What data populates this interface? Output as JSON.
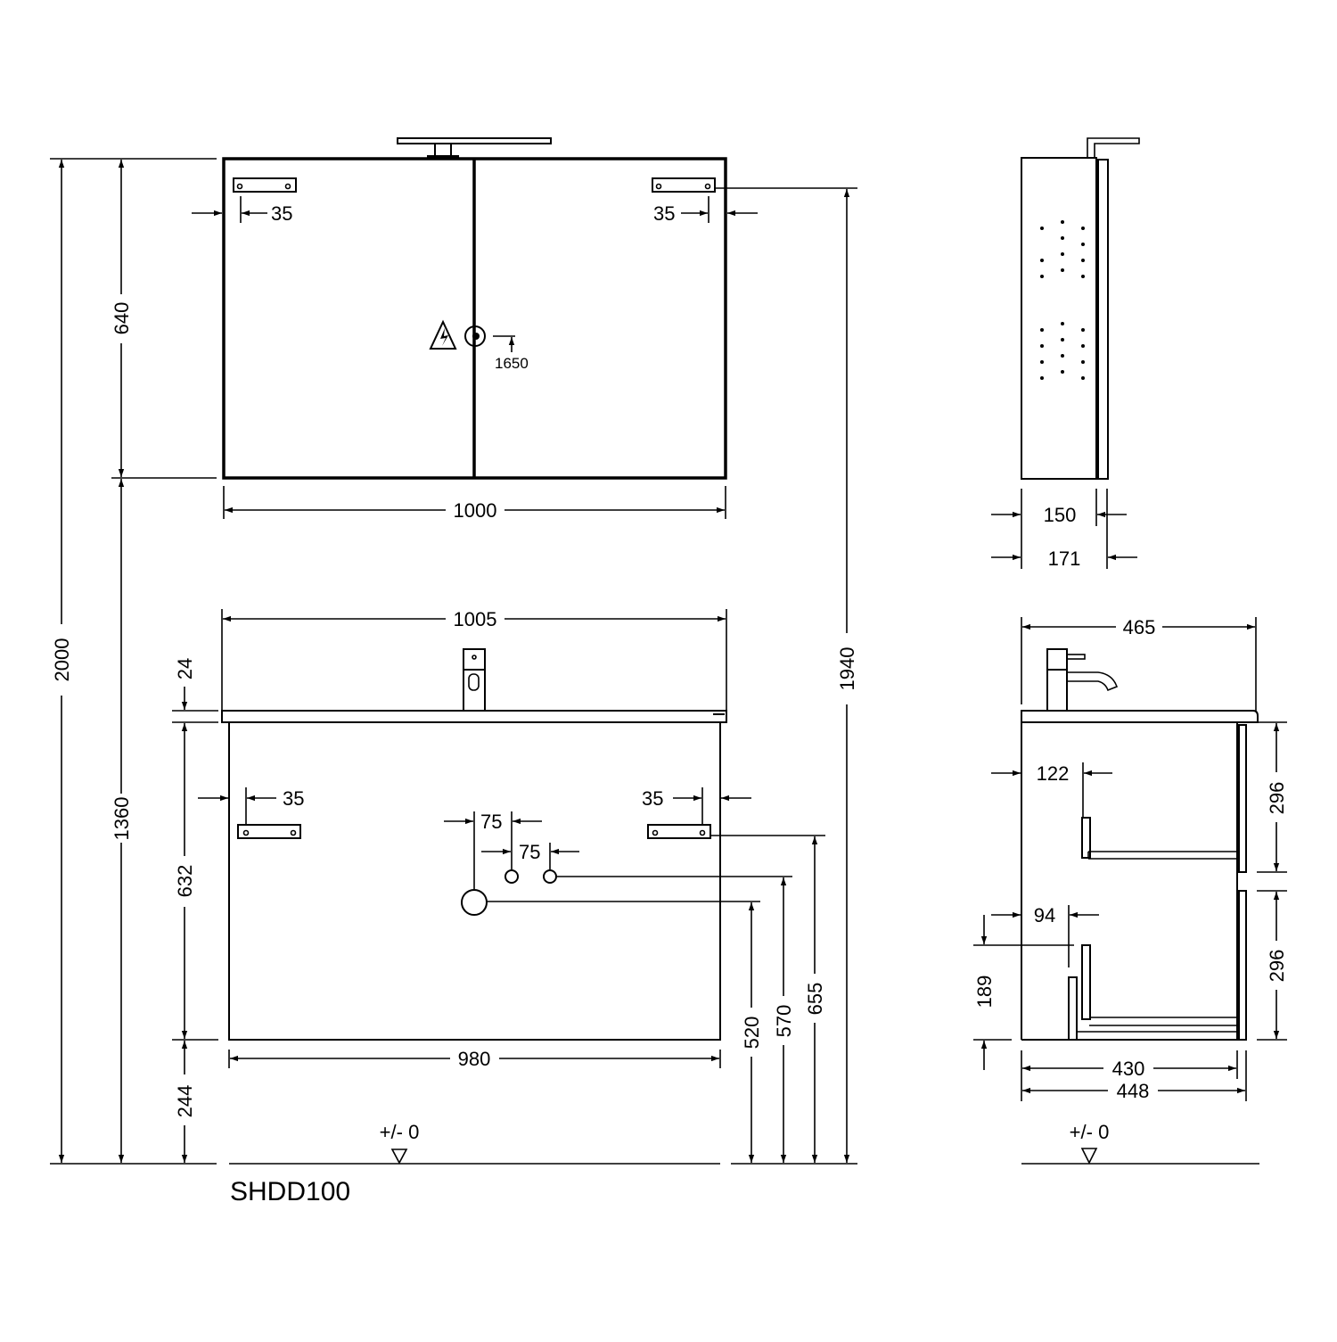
{
  "drawing": {
    "model_code": "SHDD100",
    "floor_level_label": "+/- 0",
    "colors": {
      "line": "#000000",
      "background": "#ffffff"
    }
  },
  "mirror_cabinet_front": {
    "width": "1000",
    "height": "640",
    "bracket_offset_left": "35",
    "bracket_offset_right": "35",
    "socket_height": "1650",
    "warning_icon": "electrical-hazard-icon",
    "total_height_to_top": "1940"
  },
  "mirror_cabinet_side": {
    "depth_body": "150",
    "depth_total": "171"
  },
  "vanity_front": {
    "top_width": "1005",
    "top_thickness": "24",
    "body_width": "980",
    "body_height": "632",
    "wall_gap_bottom": "244",
    "bracket_offset_left": "35",
    "bracket_offset_right": "35",
    "drain_to_supply_1": "75",
    "supply_spacing": "75",
    "drain_height": "520",
    "supply_height": "570",
    "bracket_height": "655"
  },
  "overall": {
    "total_height": "2000",
    "mirror_bottom_height": "1360"
  },
  "vanity_side": {
    "top_depth": "465",
    "body_depth": "430",
    "drawer_depth": "448",
    "upper_drawer_height": "296",
    "lower_drawer_height": "296",
    "upper_drawer_offset": "122",
    "lower_drawer_offset": "94",
    "cutout_height": "189"
  }
}
